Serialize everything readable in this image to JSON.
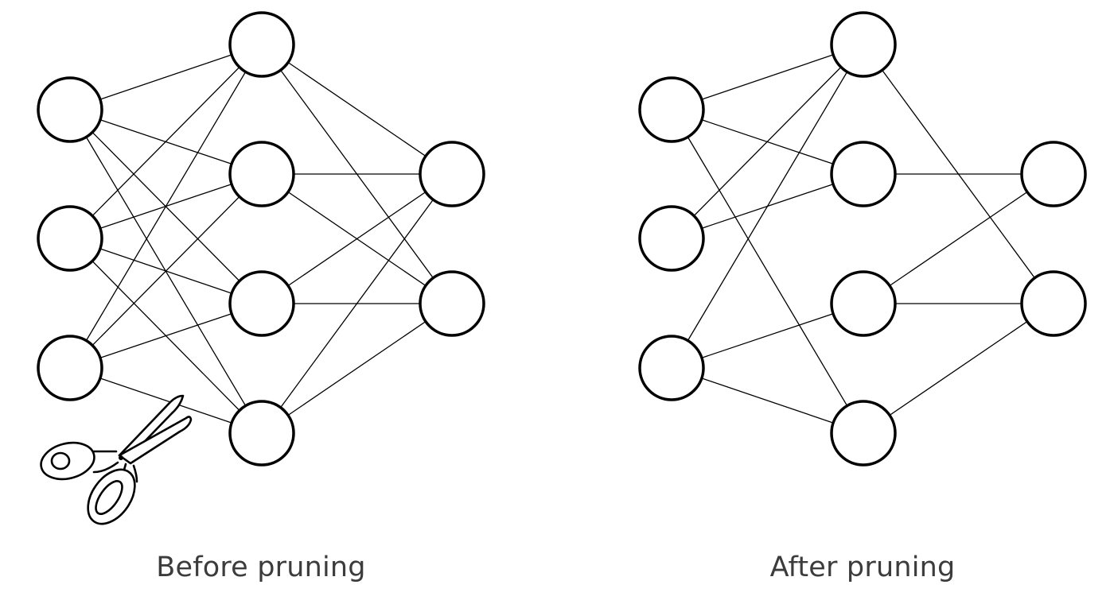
{
  "colors": {
    "background": "#ffffff",
    "stroke": "#000000",
    "caption": "#3c3c3c"
  },
  "networks": [
    {
      "id": "before",
      "caption": "Before pruning",
      "layers": [
        3,
        4,
        2
      ],
      "edges": [
        [
          0,
          0,
          0
        ],
        [
          0,
          0,
          1
        ],
        [
          0,
          0,
          2
        ],
        [
          0,
          0,
          3
        ],
        [
          0,
          1,
          0
        ],
        [
          0,
          1,
          1
        ],
        [
          0,
          1,
          2
        ],
        [
          0,
          1,
          3
        ],
        [
          0,
          2,
          0
        ],
        [
          0,
          2,
          1
        ],
        [
          0,
          2,
          2
        ],
        [
          0,
          2,
          3
        ],
        [
          1,
          0,
          0
        ],
        [
          1,
          0,
          1
        ],
        [
          1,
          1,
          0
        ],
        [
          1,
          1,
          1
        ],
        [
          1,
          2,
          0
        ],
        [
          1,
          2,
          1
        ],
        [
          1,
          3,
          0
        ],
        [
          1,
          3,
          1
        ]
      ],
      "icon": "scissors-icon"
    },
    {
      "id": "after",
      "caption": "After pruning",
      "layers": [
        3,
        4,
        2
      ],
      "edges": [
        [
          0,
          0,
          0
        ],
        [
          0,
          0,
          1
        ],
        [
          0,
          0,
          3
        ],
        [
          0,
          1,
          0
        ],
        [
          0,
          1,
          1
        ],
        [
          0,
          2,
          0
        ],
        [
          0,
          2,
          2
        ],
        [
          0,
          2,
          3
        ],
        [
          1,
          0,
          1
        ],
        [
          1,
          1,
          0
        ],
        [
          1,
          2,
          0
        ],
        [
          1,
          2,
          1
        ],
        [
          1,
          3,
          1
        ]
      ]
    }
  ]
}
